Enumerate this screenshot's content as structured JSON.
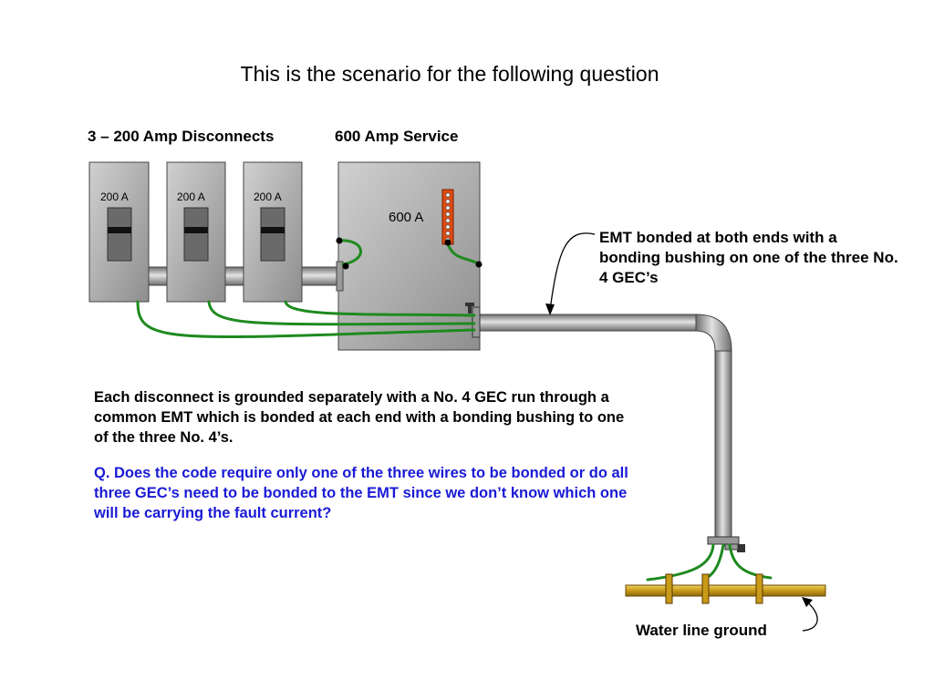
{
  "title": "This is the scenario for the following question",
  "labels": {
    "disconnects_header": "3 – 200 Amp Disconnects",
    "service_header": "600 Amp Service",
    "disconnect_ratings": [
      "200 A",
      "200 A",
      "200 A"
    ],
    "service_rating": "600 A",
    "emt_callout": "EMT bonded at both ends with a bonding bushing on one of the three No. 4 GEC’s",
    "water_line": "Water line ground"
  },
  "description": "Each disconnect is grounded separately with a No. 4 GEC run through a common EMT which is bonded at each end with a bonding bushing to one of the three No. 4’s.",
  "question": "Q.  Does the code require only one of the three wires to be bonded or do all three GEC’s need to be bonded to the EMT since we don’t know which one will be carrying the fault current?",
  "colors": {
    "wire": "#1f8a1f",
    "panel": "#a8a8a8",
    "conduit": "#9a9a9a",
    "water_pipe": "#c8a020",
    "bus_bar": "#e04a10",
    "question_text": "#1a1ad6"
  }
}
